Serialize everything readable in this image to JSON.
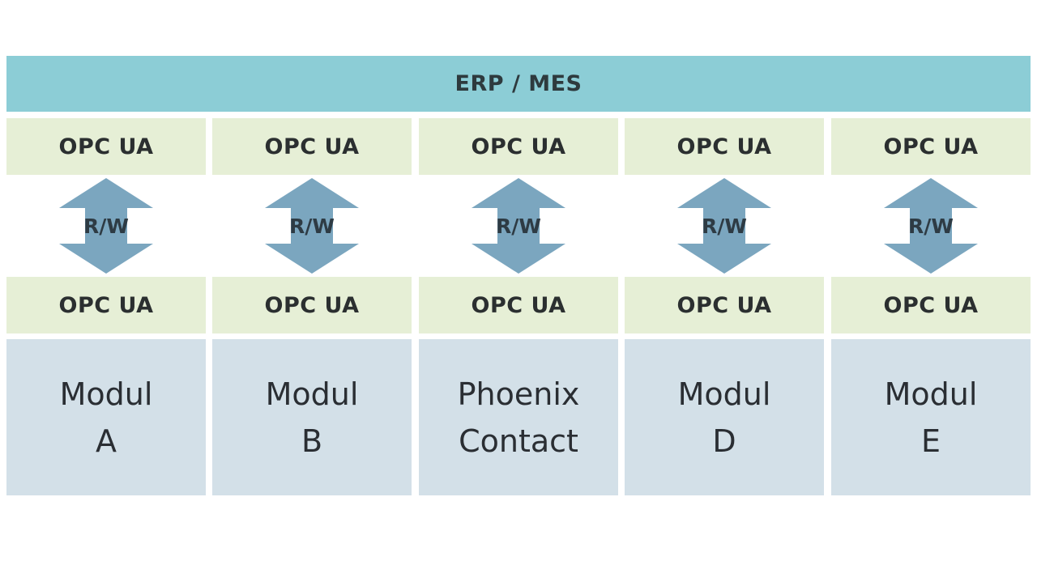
{
  "header": {
    "label": "ERP / MES"
  },
  "columns": [
    {
      "top_label": "OPC UA",
      "arrow_label": "R/W",
      "bottom_label": "OPC UA",
      "module_line1": "Modul",
      "module_line2": "A"
    },
    {
      "top_label": "OPC UA",
      "arrow_label": "R/W",
      "bottom_label": "OPC UA",
      "module_line1": "Modul",
      "module_line2": "B"
    },
    {
      "top_label": "OPC UA",
      "arrow_label": "R/W",
      "bottom_label": "OPC UA",
      "module_line1": "Phoenix",
      "module_line2": "Contact"
    },
    {
      "top_label": "OPC UA",
      "arrow_label": "R/W",
      "bottom_label": "OPC UA",
      "module_line1": "Modul",
      "module_line2": "D"
    },
    {
      "top_label": "OPC UA",
      "arrow_label": "R/W",
      "bottom_label": "OPC UA",
      "module_line1": "Modul",
      "module_line2": "E"
    }
  ],
  "colors": {
    "header_bg": "#8ccdd6",
    "opc_bg": "#e6efd6",
    "arrow_fill": "#7ba6bf",
    "module_bg": "#d3e0e8"
  },
  "icons": {
    "arrow": "double-arrow-vertical-icon"
  }
}
